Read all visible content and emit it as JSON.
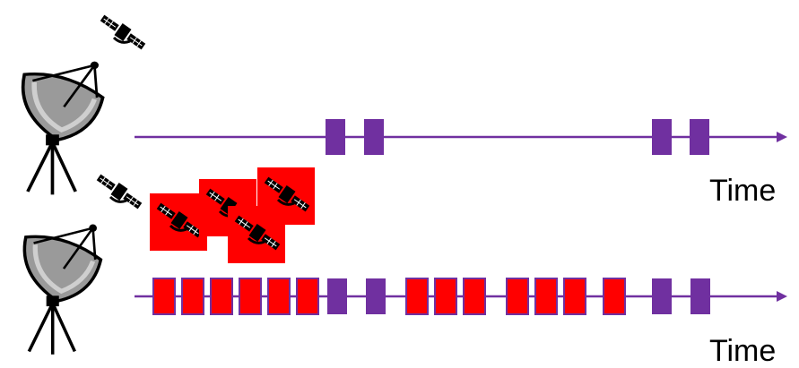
{
  "colors": {
    "timeline": "#7030A0",
    "legit_packet": "#7030A0",
    "jam_packet": "#FF0000",
    "jam_packet_border": "#7030A0",
    "jammer_bg": "#FF0000",
    "ink": "#000000"
  },
  "icons": {
    "ground_station": "satellite-dish-icon",
    "satellite": "satellite-icon",
    "jammer": "jamming-satellite-icon"
  },
  "panels": [
    {
      "id": "clean",
      "axis_label": "Time",
      "packets": [
        "legit",
        "legit",
        "legit",
        "legit"
      ]
    },
    {
      "id": "jammed",
      "axis_label": "Time",
      "packets": [
        "jam",
        "jam",
        "jam",
        "jam",
        "jam",
        "jam",
        "legit",
        "legit",
        "jam",
        "jam",
        "jam",
        "jam",
        "jam",
        "jam",
        "jam",
        "legit",
        "legit"
      ]
    }
  ]
}
